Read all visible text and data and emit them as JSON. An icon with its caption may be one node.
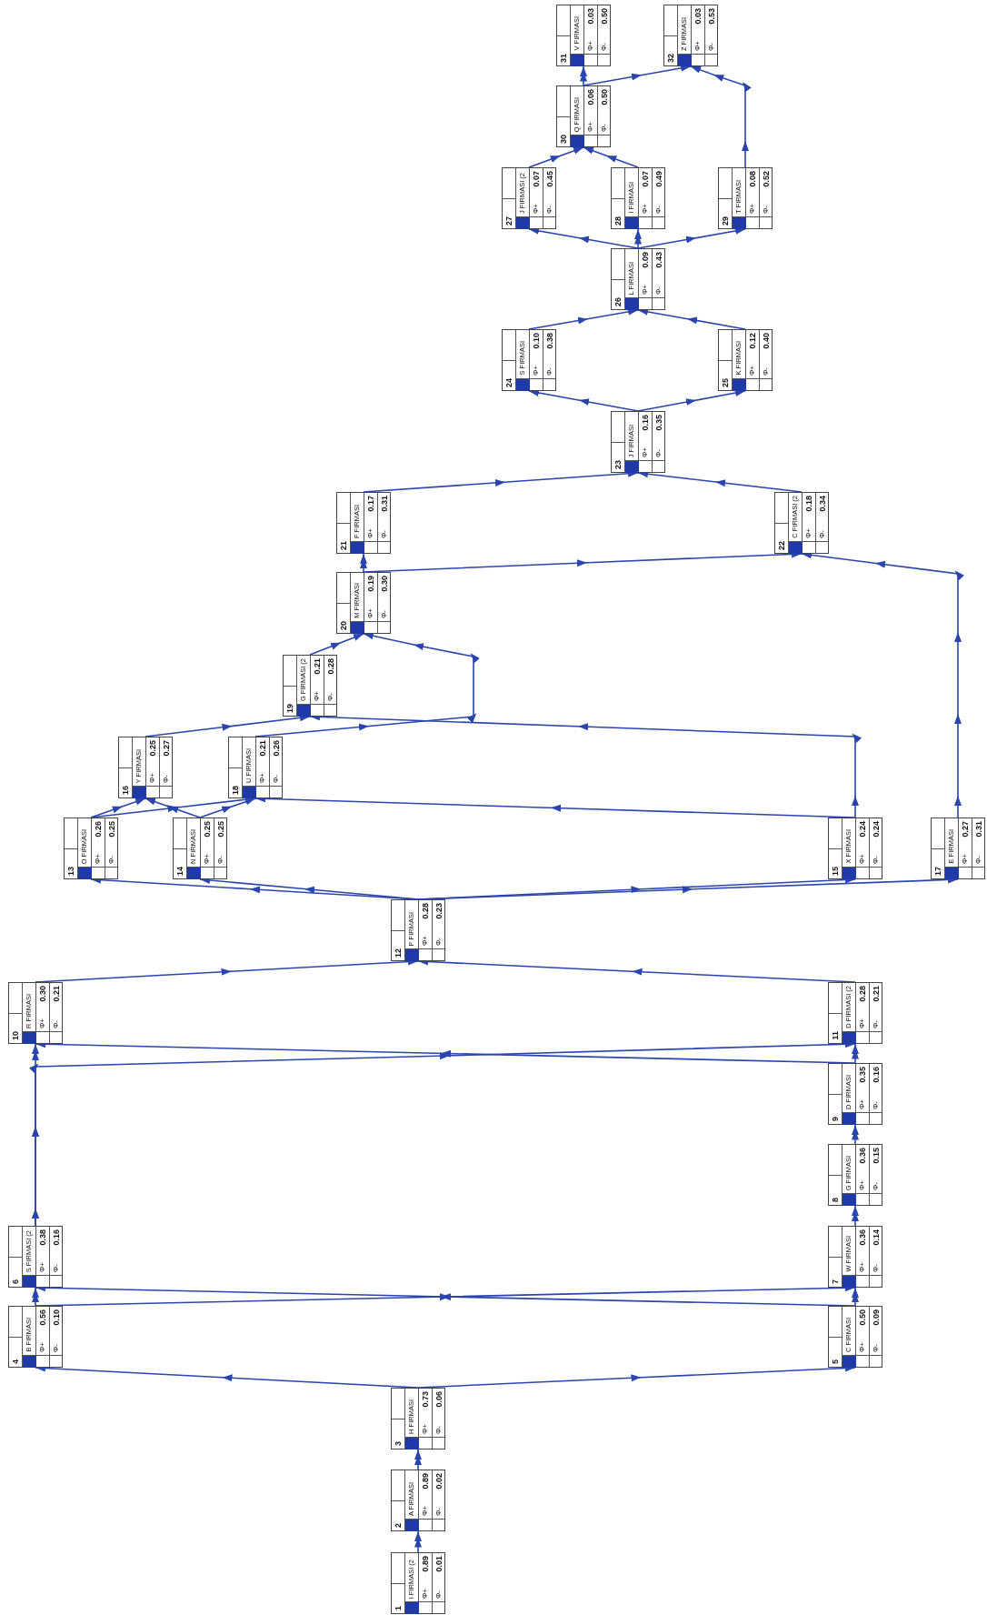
{
  "diagram": {
    "nodes": [
      {
        "text": [
          "1",
          "I FIRMASI (2",
          "Φ+",
          "0.89",
          "Φ-",
          "0.01"
        ]
      },
      {
        "text": [
          "2",
          "A FIRMASI",
          "Φ+",
          "0.89",
          "Φ-",
          "0.02"
        ]
      },
      {
        "text": [
          "3",
          "H FIRMASI",
          "Φ+",
          "0.73",
          "Φ-",
          "0.06"
        ]
      },
      {
        "text": [
          "4",
          "B FIRMASI",
          "Φ+",
          "0.56",
          "Φ-",
          "0.10"
        ]
      },
      {
        "text": [
          "5",
          "C FIRMASI",
          "Φ+",
          "0.50",
          "Φ-",
          "0.09"
        ]
      },
      {
        "text": [
          "6",
          "S FIRMASI (2",
          "Φ+",
          "0.38",
          "Φ-",
          "0.16"
        ]
      },
      {
        "text": [
          "7",
          "W FIRMASI",
          "Φ+",
          "0.36",
          "Φ-",
          "0.14"
        ]
      },
      {
        "text": [
          "8",
          "G FIRMASI",
          "Φ+",
          "0.36",
          "Φ-",
          "0.15"
        ]
      },
      {
        "text": [
          "9",
          "D FIRMASI",
          "Φ+",
          "0.35",
          "Φ-",
          "0.16"
        ]
      },
      {
        "text": [
          "10",
          "R FIRMASI",
          "Φ+",
          "0.30",
          "Φ-",
          "0.21"
        ]
      },
      {
        "text": [
          "11",
          "D FIRMASI (2",
          "Φ+",
          "0.28",
          "Φ-",
          "0.21"
        ]
      },
      {
        "text": [
          "12",
          "P FIRMASI",
          "Φ+",
          "0.28",
          "Φ-",
          "0.23"
        ]
      },
      {
        "text": [
          "13",
          "O FIRMASI",
          "Φ+",
          "0.26",
          "Φ-",
          "0.25"
        ]
      },
      {
        "text": [
          "14",
          "N FIRMASI",
          "Φ+",
          "0.25",
          "Φ-",
          "0.25"
        ]
      },
      {
        "text": [
          "15",
          "X FIRMASI",
          "Φ+",
          "0.24",
          "Φ-",
          "0.24"
        ]
      },
      {
        "text": [
          "16",
          "Y FIRMASI",
          "Φ+",
          "0.25",
          "Φ-",
          "0.27"
        ]
      },
      {
        "text": [
          "17",
          "E FIRMASI",
          "Φ+",
          "0.27",
          "Φ-",
          "0.31"
        ]
      },
      {
        "text": [
          "18",
          "U FIRMASI",
          "Φ+",
          "0.21",
          "Φ-",
          "0.26"
        ]
      },
      {
        "text": [
          "19",
          "G FIRMASI (2",
          "Φ+",
          "0.21",
          "Φ-",
          "0.28"
        ]
      },
      {
        "text": [
          "20",
          "M FIRMASI",
          "Φ+",
          "0.19",
          "Φ-",
          "0.30"
        ]
      },
      {
        "text": [
          "21",
          "F FIRMASI",
          "Φ+",
          "0.17",
          "Φ-",
          "0.31"
        ]
      },
      {
        "text": [
          "22",
          "C FIRMASI (2",
          "Φ+",
          "0.18",
          "Φ-",
          "0.34"
        ]
      },
      {
        "text": [
          "23",
          "J FIRMASI",
          "Φ+",
          "0.16",
          "Φ-",
          "0.35"
        ]
      },
      {
        "text": [
          "24",
          "S FIRMASI",
          "Φ+",
          "0.10",
          "Φ-",
          "0.38"
        ]
      },
      {
        "text": [
          "25",
          "K FIRMASI",
          "Φ+",
          "0.12",
          "Φ-",
          "0.40"
        ]
      },
      {
        "text": [
          "26",
          "L FIRMASI",
          "Φ+",
          "0.09",
          "Φ-",
          "0.43"
        ]
      },
      {
        "text": [
          "27",
          "J FIRMASI (2",
          "Φ+",
          "0.07",
          "Φ-",
          "0.45"
        ]
      },
      {
        "text": [
          "28",
          "I FIRMASI",
          "Φ+",
          "0.07",
          "Φ-",
          "0.49"
        ]
      },
      {
        "text": [
          "29",
          "T FIRMASI",
          "Φ+",
          "0.08",
          "Φ-",
          "0.52"
        ]
      },
      {
        "text": [
          "30",
          "Q FIRMASI",
          "Φ+",
          "0.06",
          "Φ-",
          "0.50"
        ]
      },
      {
        "text": [
          "31",
          "V FIRMASI",
          "Φ+",
          "0.03",
          "Φ-",
          "0.50"
        ]
      },
      {
        "text": [
          "32",
          "Z FIRMASI",
          "Φ+",
          "0.03",
          "Φ-",
          "0.53"
        ]
      }
    ],
    "edges": [
      {
        "from": 0,
        "to": 1,
        "arrow": "to"
      },
      {
        "from": 1,
        "to": 2,
        "arrow": "to"
      },
      {
        "from": 2,
        "to": 3,
        "arrow": "to"
      },
      {
        "from": 2,
        "to": 4,
        "arrow": "to"
      },
      {
        "from": 3,
        "to": 5,
        "arrow": "to"
      },
      {
        "from": 3,
        "to": 6,
        "arrow": "to"
      },
      {
        "from": 4,
        "to": 5,
        "arrow": "to"
      },
      {
        "from": 4,
        "to": 6,
        "arrow": "to"
      },
      {
        "from": 5,
        "to": 9,
        "arrow": "to"
      },
      {
        "from": 5,
        "to": 10,
        "arrow": "to"
      },
      {
        "from": 6,
        "to": 7,
        "arrow": "to"
      },
      {
        "from": 7,
        "to": 8,
        "arrow": "to"
      },
      {
        "from": 8,
        "to": 9,
        "arrow": "to"
      },
      {
        "from": 8,
        "to": 10,
        "arrow": "to"
      },
      {
        "from": 9,
        "to": 11,
        "arrow": "to"
      },
      {
        "from": 10,
        "to": 11,
        "arrow": "to"
      },
      {
        "from": 11,
        "to": 12,
        "arrow": "to"
      },
      {
        "from": 11,
        "to": 13,
        "arrow": "to"
      },
      {
        "from": 11,
        "to": 14,
        "arrow": "to"
      },
      {
        "from": 11,
        "to": 16,
        "arrow": "to"
      },
      {
        "from": 12,
        "to": 15,
        "arrow": "to"
      },
      {
        "from": 12,
        "to": 17,
        "arrow": "to"
      },
      {
        "from": 13,
        "to": 15,
        "arrow": "to"
      },
      {
        "from": 13,
        "to": 17,
        "arrow": "to"
      },
      {
        "from": 14,
        "to": 17,
        "arrow": "to"
      },
      {
        "from": 14,
        "to": 18,
        "arrow": "to"
      },
      {
        "from": 15,
        "to": 18,
        "arrow": "to"
      },
      {
        "from": 17,
        "to": 19,
        "arrow": "to"
      },
      {
        "from": 18,
        "to": 19,
        "arrow": "to"
      },
      {
        "from": 19,
        "to": 20,
        "arrow": "to"
      },
      {
        "from": 19,
        "to": 21,
        "arrow": "to"
      },
      {
        "from": 16,
        "to": 21,
        "arrow": "to"
      },
      {
        "from": 20,
        "to": 22,
        "arrow": "to"
      },
      {
        "from": 21,
        "to": 22,
        "arrow": "to"
      },
      {
        "from": 22,
        "to": 23,
        "arrow": "to"
      },
      {
        "from": 22,
        "to": 24,
        "arrow": "to"
      },
      {
        "from": 23,
        "to": 25,
        "arrow": "to"
      },
      {
        "from": 24,
        "to": 25,
        "arrow": "to"
      },
      {
        "from": 25,
        "to": 26,
        "arrow": "to"
      },
      {
        "from": 25,
        "to": 27,
        "arrow": "to"
      },
      {
        "from": 25,
        "to": 28,
        "arrow": "to"
      },
      {
        "from": 26,
        "to": 29,
        "arrow": "to"
      },
      {
        "from": 27,
        "to": 29,
        "arrow": "to"
      },
      {
        "from": 28,
        "to": 31,
        "arrow": "to"
      },
      {
        "from": 29,
        "to": 30,
        "arrow": "to"
      },
      {
        "from": 29,
        "to": 31,
        "arrow": "to"
      }
    ]
  }
}
